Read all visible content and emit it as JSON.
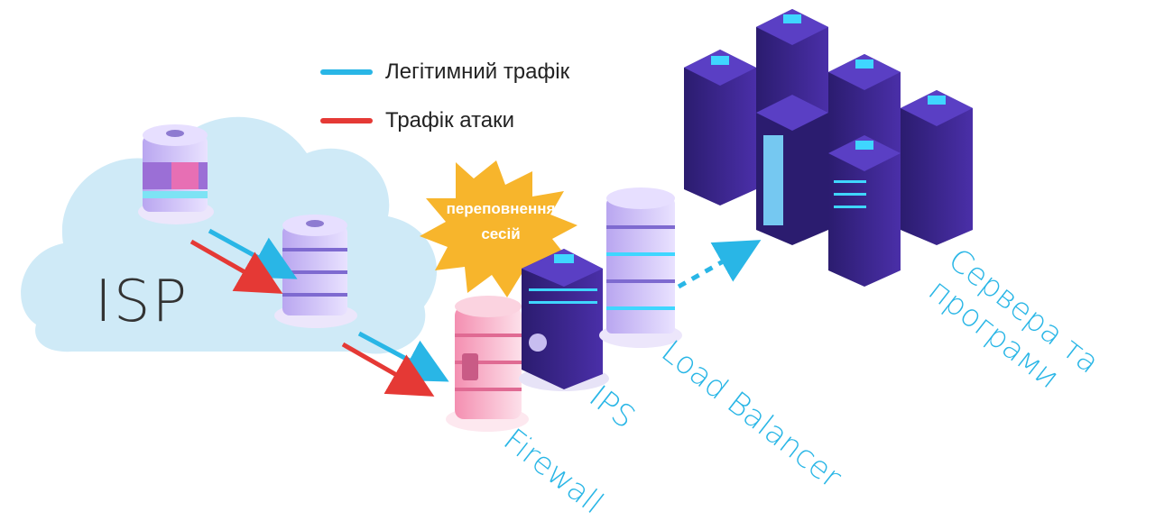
{
  "legend": {
    "legitimate": {
      "label": "Легітимний трафік",
      "color": "#29b6e6"
    },
    "attack": {
      "label": "Трафік атаки",
      "color": "#e53935"
    }
  },
  "cloud": {
    "label": "ISP"
  },
  "burst": {
    "line1": "переповнення",
    "line2": "сесій",
    "color": "#f7b52c"
  },
  "nodes": {
    "firewall": "Firewall",
    "ips": "IPS",
    "load_balancer": "Load Balancer",
    "servers_line1": "Сервера та",
    "servers_line2": "програми"
  },
  "colors": {
    "cloud": "#cfeaf7",
    "server_dark": "#2a1a6e",
    "server_side": "#3b2a8a",
    "server_glow": "#3fd6ff",
    "firewall": "#f7b7c8",
    "label_blue": "#29b6e6"
  }
}
